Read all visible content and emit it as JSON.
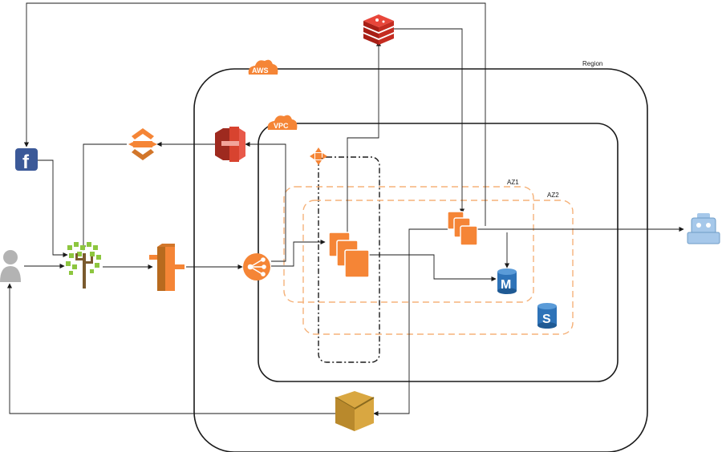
{
  "labels": {
    "region": "Region",
    "aws": "AWS",
    "vpc": "VPC",
    "az1": "AZ1",
    "az2": "AZ2"
  },
  "icons": {
    "facebook": "f",
    "db_master": "M",
    "db_standby": "S"
  },
  "colors": {
    "aws_orange": "#f58536",
    "line": "#1a1a1a",
    "az_dash": "#f5b27a",
    "redis_red": "#d82c20",
    "s3_red": "#c7382c",
    "rds_blue": "#2e73b8",
    "facebook_blue": "#3b5998",
    "tree_green": "#8dc63f",
    "user_gray": "#b3b3b3",
    "robot_blue": "#a6c8ea",
    "ses_gold": "#d9a741"
  }
}
